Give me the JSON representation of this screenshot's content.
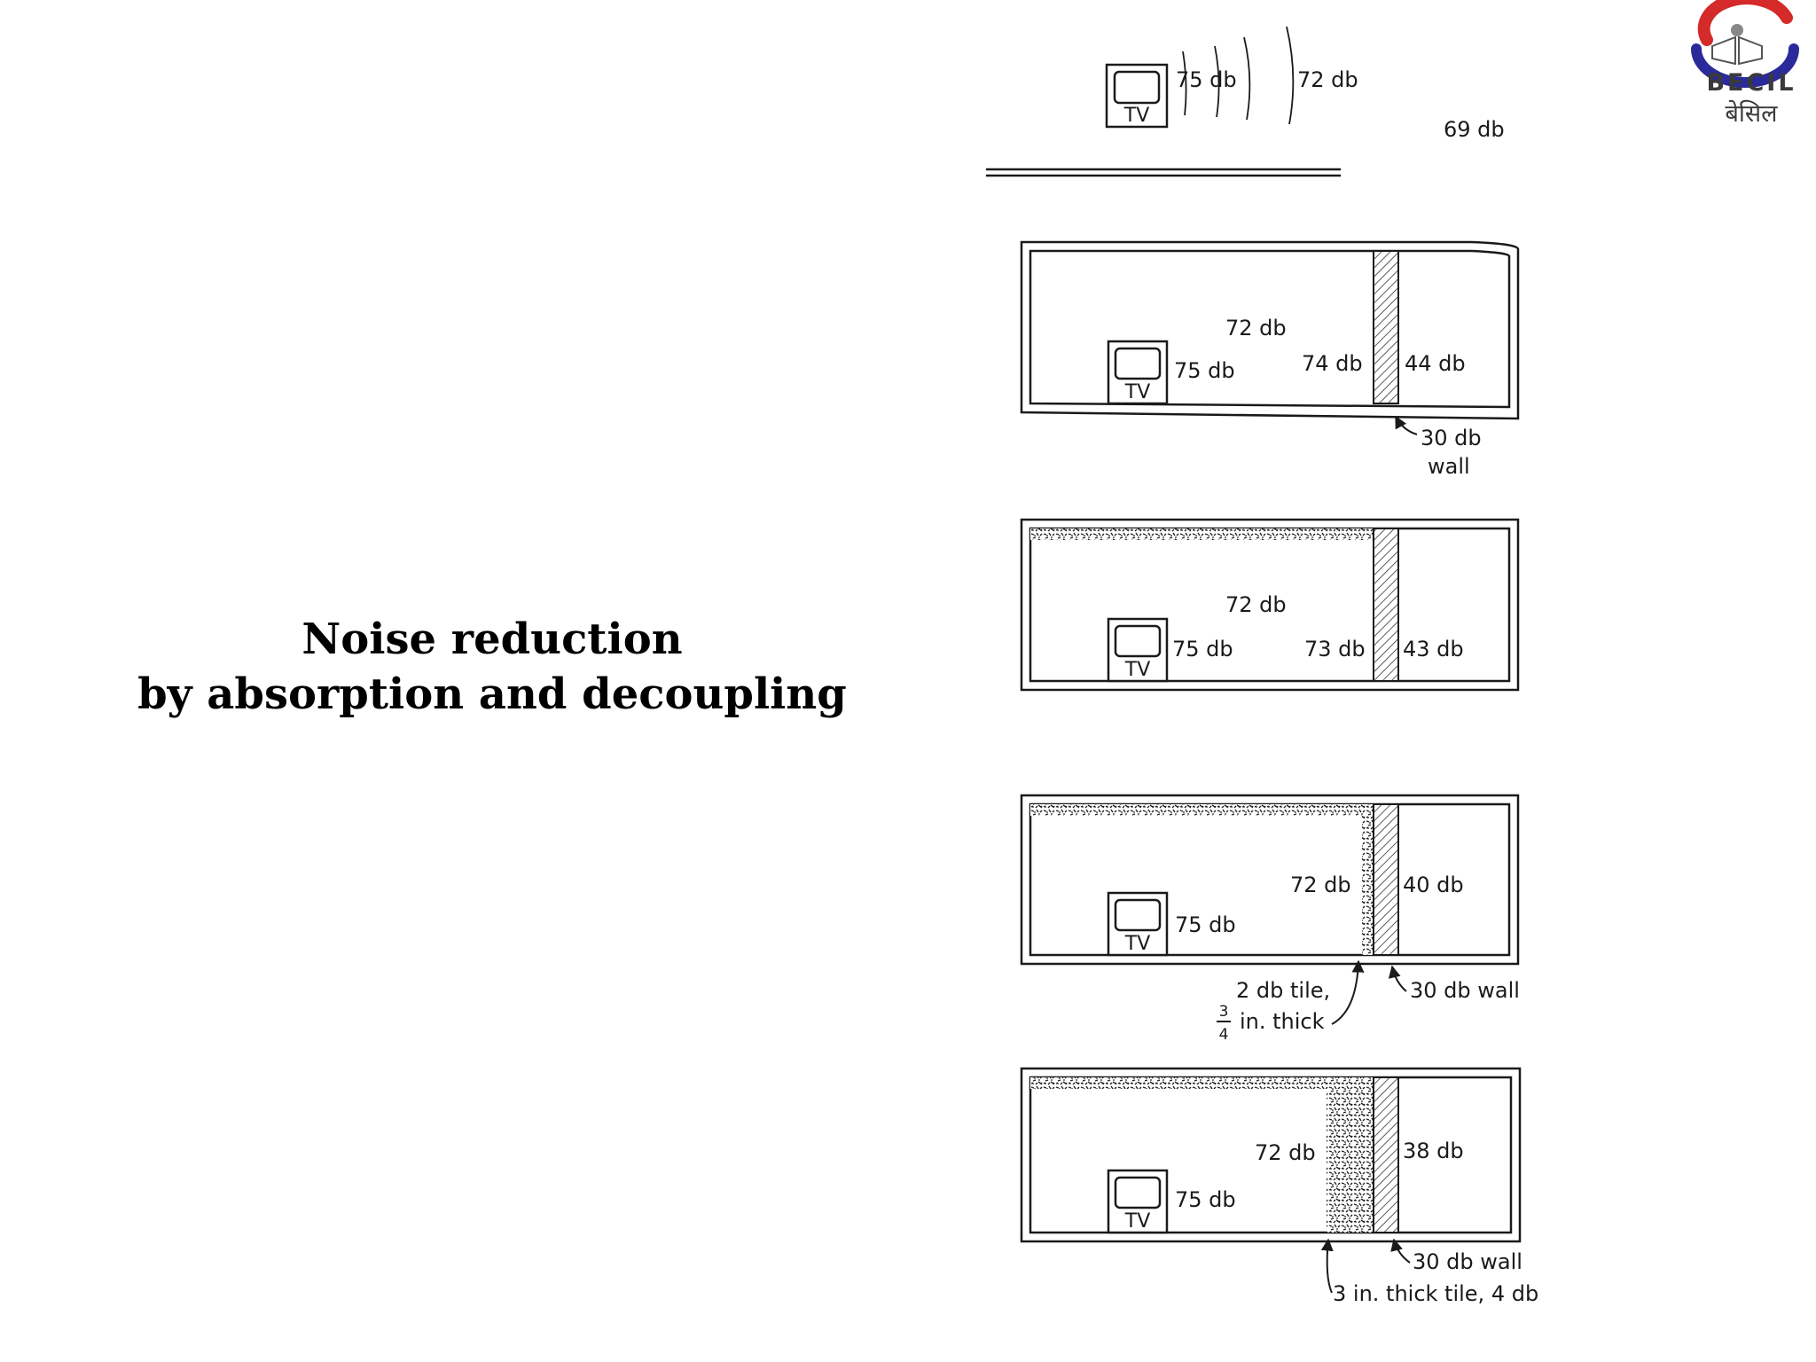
{
  "title": {
    "line1": "Noise reduction",
    "line2": "by absorption and decoupling"
  },
  "logo": {
    "text_en": "BECIL",
    "text_hi": "बेसिल",
    "colors": {
      "red": "#d42a2a",
      "blue": "#2a2a9a",
      "text": "#3a3a3a"
    }
  },
  "tv_label": "TV",
  "scene_open": {
    "source_level": "75 db",
    "mid_level": "72 db",
    "far_level": "69 db"
  },
  "room_bare": {
    "room_level": "72 db",
    "source_level": "75 db",
    "wall_near_level": "74 db",
    "wall_far_level": "44 db",
    "wall_note_1": "30 db",
    "wall_note_2": "wall"
  },
  "room_ceiling_treated": {
    "room_level": "72 db",
    "source_level": "75 db",
    "wall_near_level": "73 db",
    "wall_far_level": "43 db"
  },
  "room_thin_tile": {
    "source_level": "75 db",
    "wall_near_level": "72 db",
    "wall_far_level": "40 db",
    "tile_note_1": "2 db tile,",
    "tile_note_frac_num": "3",
    "tile_note_frac_den": "4",
    "tile_note_2": "in. thick",
    "wall_note": "30 db wall"
  },
  "room_thick_tile": {
    "source_level": "75 db",
    "wall_near_level": "72 db",
    "wall_far_level": "38 db",
    "wall_note": "30 db wall",
    "tile_note": "3 in. thick tile, 4 db"
  }
}
